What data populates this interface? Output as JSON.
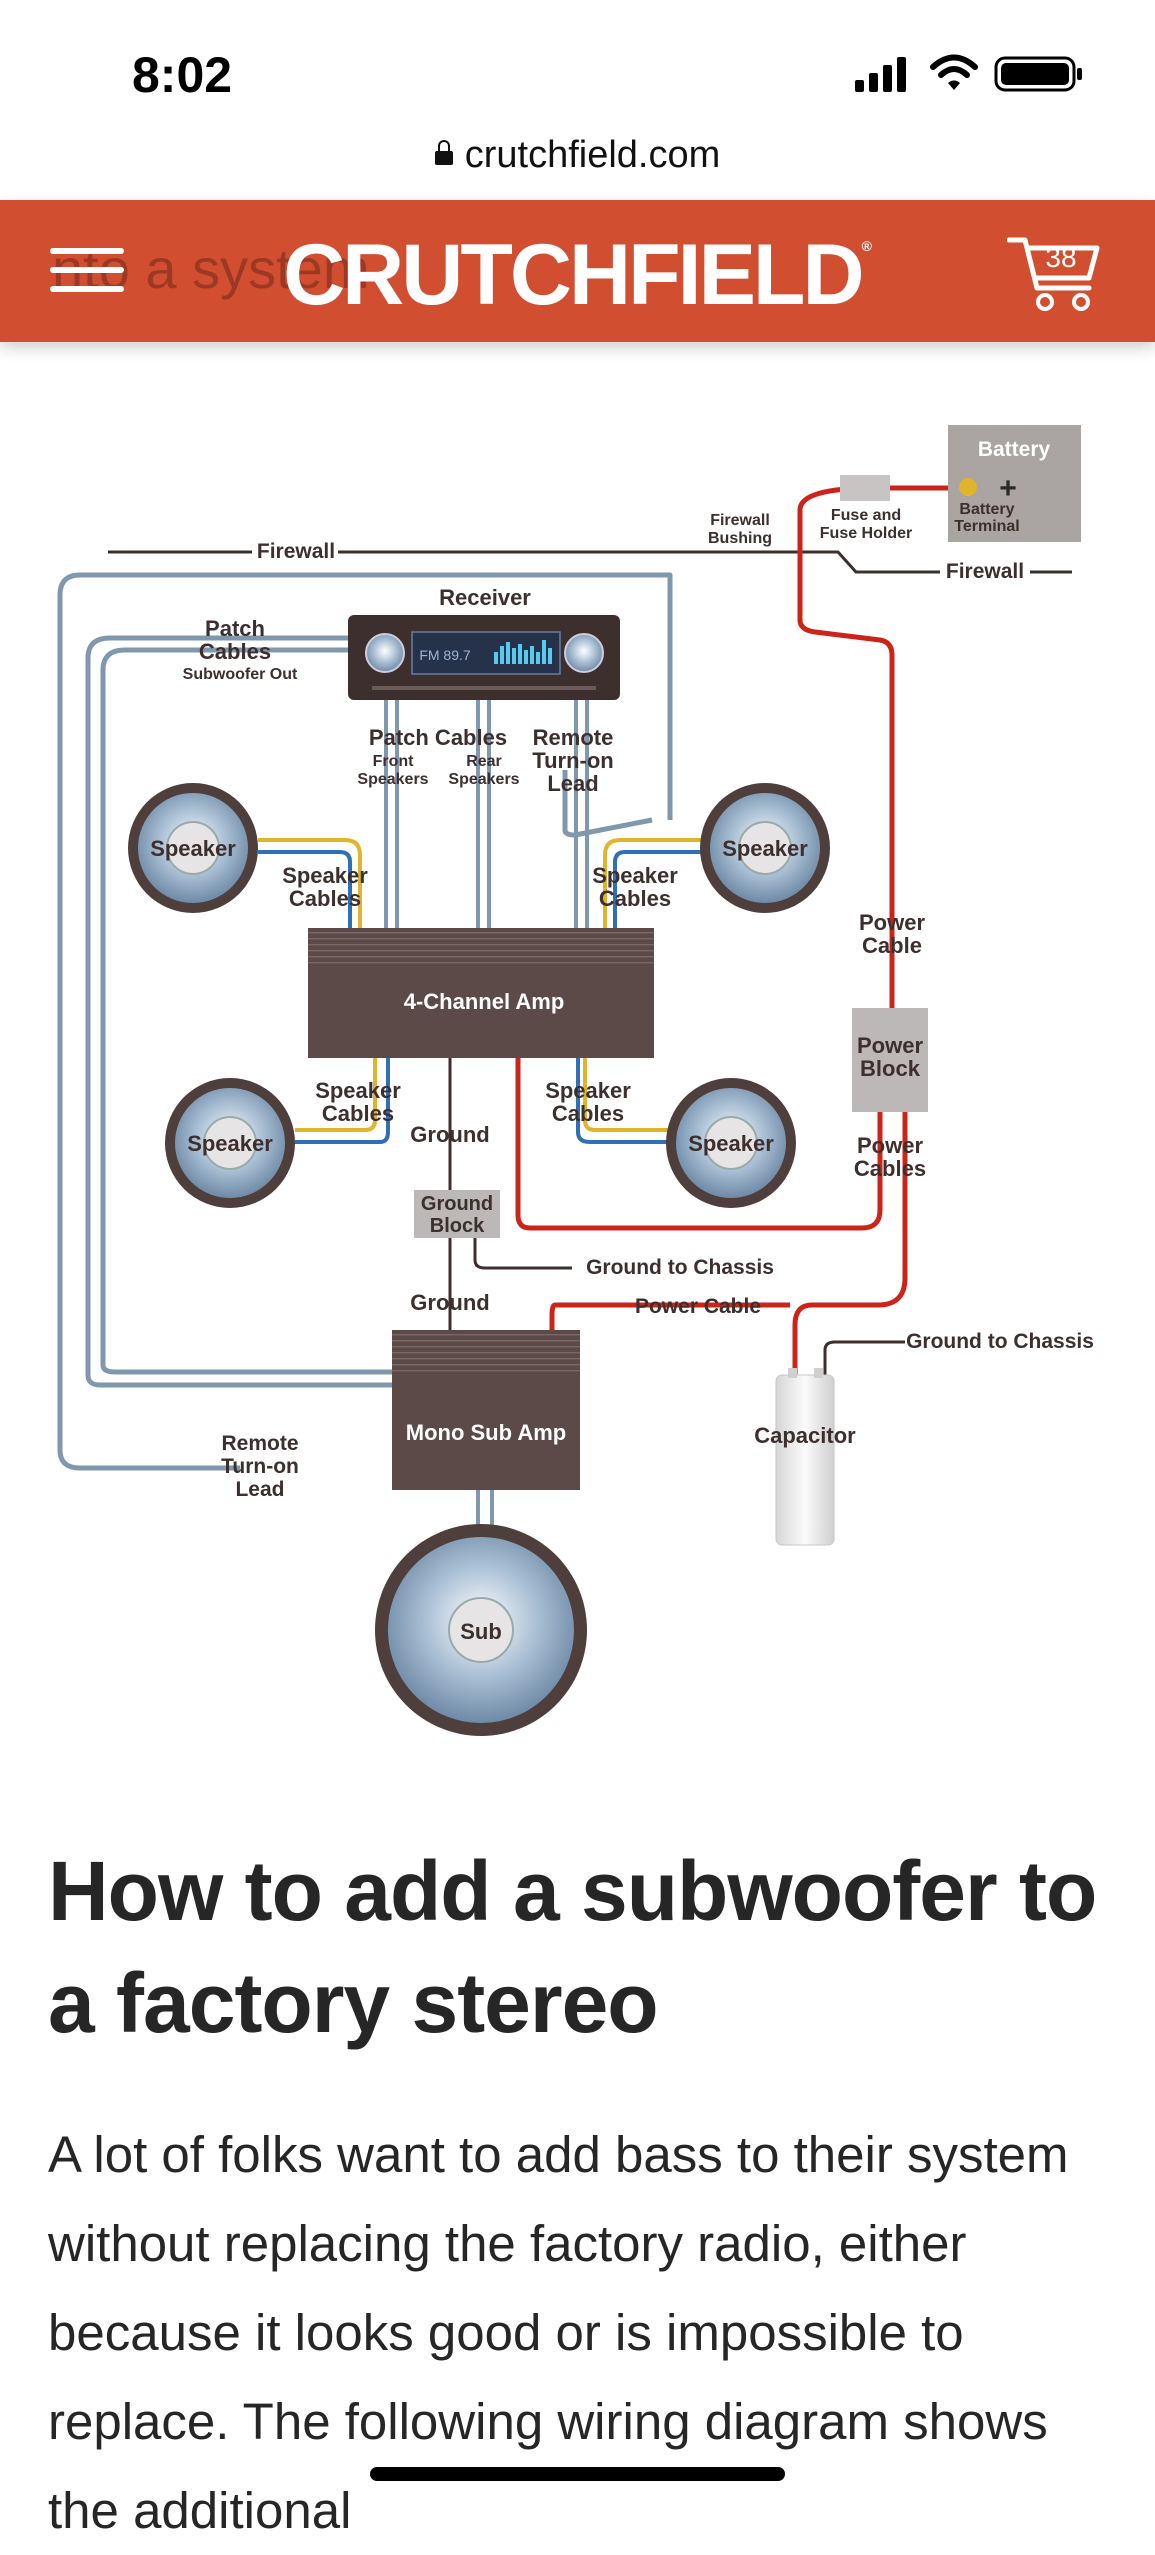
{
  "status_bar": {
    "time": "8:02"
  },
  "browser": {
    "url": "crutchfield.com"
  },
  "header": {
    "ghost_text": "nto a system",
    "logo": "CRUTCHFIELD",
    "logo_mark": "®",
    "cart_count": "38"
  },
  "diagram": {
    "battery": "Battery",
    "battery_plus": "+",
    "battery_terminal": [
      "Battery",
      "Terminal"
    ],
    "fuse_holder": [
      "Fuse and",
      "Fuse Holder"
    ],
    "firewall_bushing": [
      "Firewall",
      "Bushing"
    ],
    "firewall_left": "Firewall",
    "firewall_right": "Firewall",
    "receiver": "Receiver",
    "receiver_display": "FM 89.7",
    "patch_cables_left": [
      "Patch",
      "Cables"
    ],
    "subwoofer_out": "Subwoofer Out",
    "patch_cables_center": "Patch Cables",
    "front_speakers": [
      "Front",
      "Speakers"
    ],
    "rear_speakers": [
      "Rear",
      "Speakers"
    ],
    "remote_lead_top": [
      "Remote",
      "Turn-on",
      "Lead"
    ],
    "speaker": "Speaker",
    "speaker_cables": [
      "Speaker",
      "Cables"
    ],
    "power_cable": [
      "Power",
      "Cable"
    ],
    "power_block": [
      "Power",
      "Block"
    ],
    "power_cables": [
      "Power",
      "Cables"
    ],
    "four_channel_amp": "4-Channel Amp",
    "ground": "Ground",
    "ground_block": [
      "Ground",
      "Block"
    ],
    "ground_to_chassis": "Ground to Chassis",
    "power_cable_bottom": "Power Cable",
    "capacitor": "Capacitor",
    "mono_sub_amp": "Mono Sub Amp",
    "remote_lead_bottom": [
      "Remote",
      "Turn-on",
      "Lead"
    ],
    "sub": "Sub"
  },
  "article": {
    "title": "How to add a subwoofer to a factory stereo",
    "body": "A lot of folks want to add bass to their system without replacing the factory radio, either because it looks good or is impossible to replace. The following wiring diagram shows the additional"
  },
  "colors": {
    "brand": "#d24e31",
    "amp": "#5b4a48",
    "cable_blue_gray": "#7f98ad",
    "power_red": "#cc2419",
    "speaker_yellow": "#e0b52b",
    "speaker_blue": "#2f6fb6"
  }
}
